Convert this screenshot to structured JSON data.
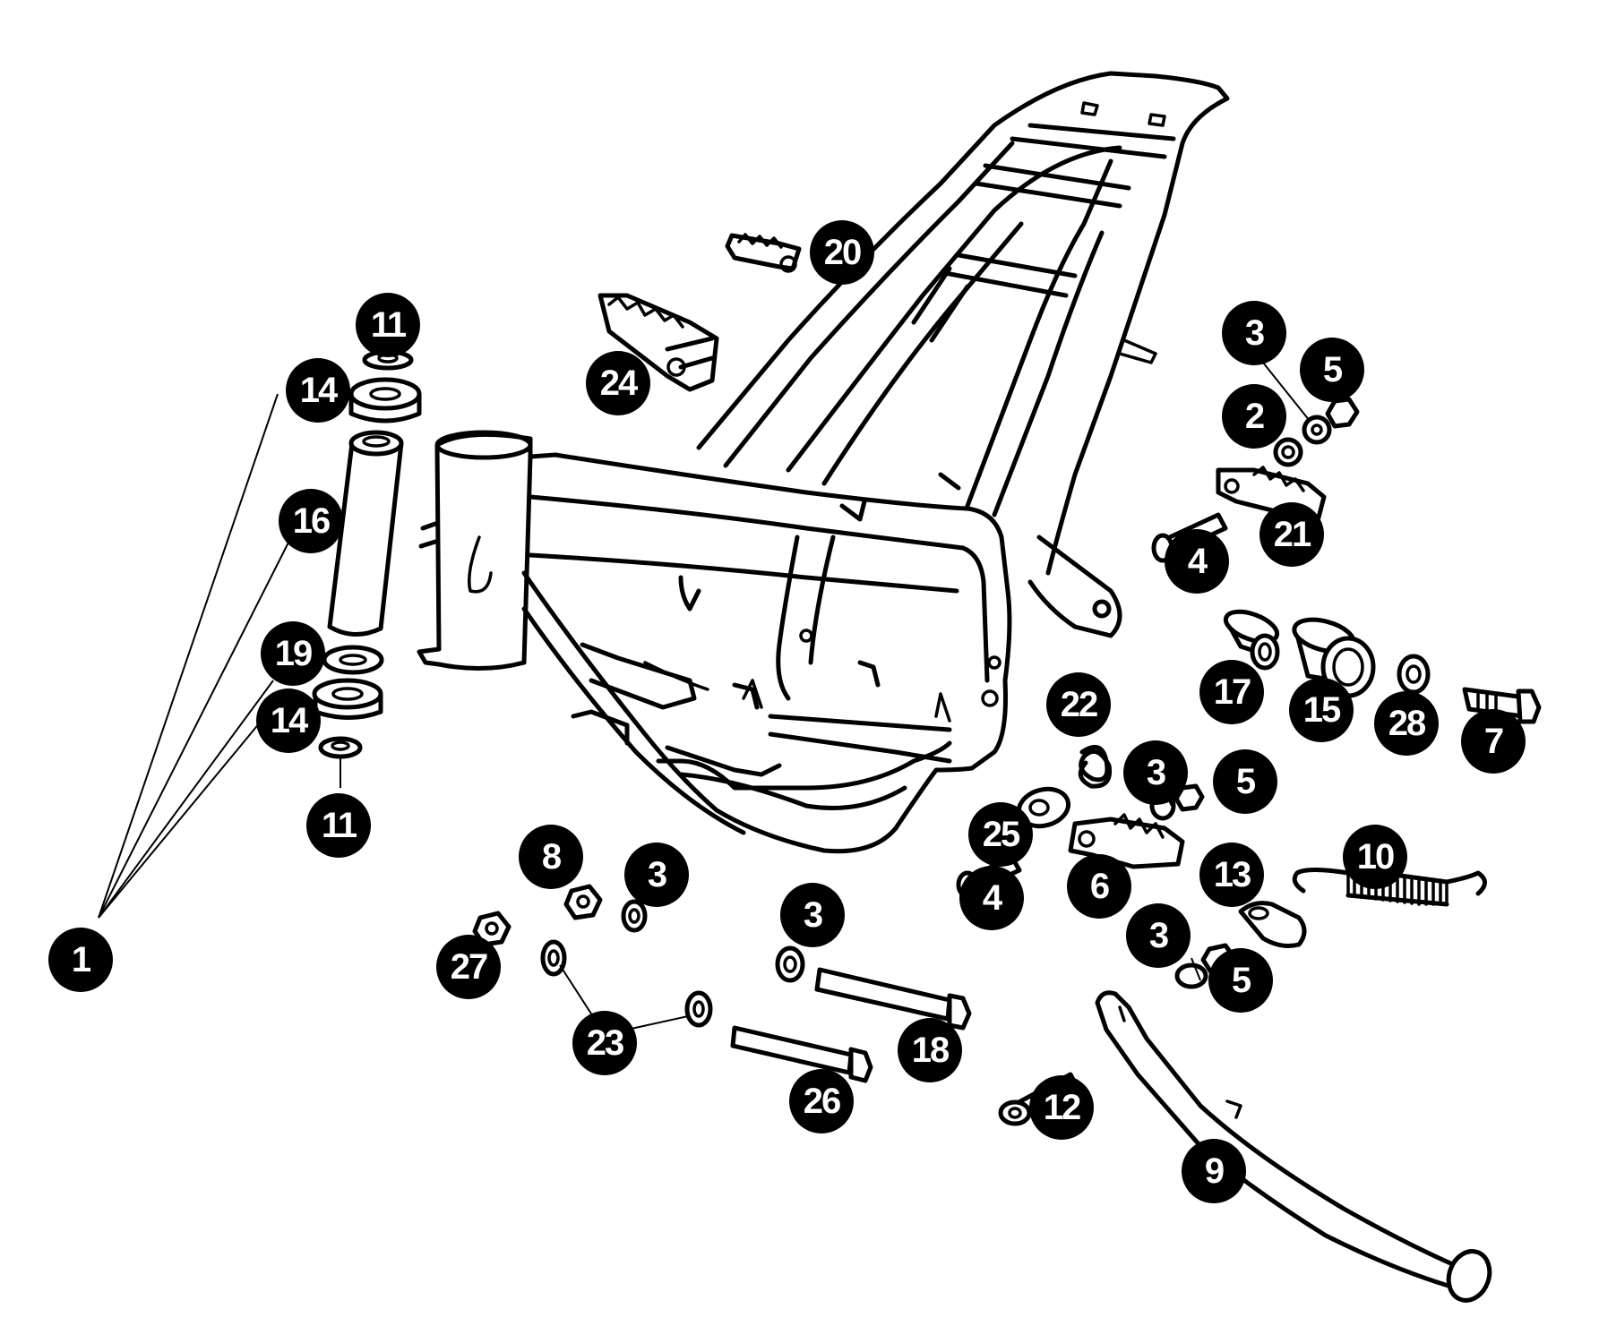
{
  "callouts": [
    {
      "id": "c20",
      "label": "20"
    },
    {
      "id": "c11a",
      "label": "11"
    },
    {
      "id": "c24",
      "label": "24"
    },
    {
      "id": "c14a",
      "label": "14"
    },
    {
      "id": "c3a",
      "label": "3"
    },
    {
      "id": "c5a",
      "label": "5"
    },
    {
      "id": "c2",
      "label": "2"
    },
    {
      "id": "c16",
      "label": "16"
    },
    {
      "id": "c21",
      "label": "21"
    },
    {
      "id": "c4a",
      "label": "4"
    },
    {
      "id": "c19",
      "label": "19"
    },
    {
      "id": "c17",
      "label": "17"
    },
    {
      "id": "c15",
      "label": "15"
    },
    {
      "id": "c28",
      "label": "28"
    },
    {
      "id": "c7",
      "label": "7"
    },
    {
      "id": "c22",
      "label": "22"
    },
    {
      "id": "c14b",
      "label": "14"
    },
    {
      "id": "c3b",
      "label": "3"
    },
    {
      "id": "c5b",
      "label": "5"
    },
    {
      "id": "c11b",
      "label": "11"
    },
    {
      "id": "c25",
      "label": "25"
    },
    {
      "id": "c10",
      "label": "10"
    },
    {
      "id": "c8",
      "label": "8"
    },
    {
      "id": "c3c",
      "label": "3"
    },
    {
      "id": "c13",
      "label": "13"
    },
    {
      "id": "c6",
      "label": "6"
    },
    {
      "id": "c4b",
      "label": "4"
    },
    {
      "id": "c3d",
      "label": "3"
    },
    {
      "id": "c1",
      "label": "1"
    },
    {
      "id": "c27",
      "label": "27"
    },
    {
      "id": "c3e",
      "label": "3"
    },
    {
      "id": "c5c",
      "label": "5"
    },
    {
      "id": "c18",
      "label": "18"
    },
    {
      "id": "c23",
      "label": "23"
    },
    {
      "id": "c26",
      "label": "26"
    },
    {
      "id": "c12",
      "label": "12"
    },
    {
      "id": "c9",
      "label": "9"
    }
  ]
}
